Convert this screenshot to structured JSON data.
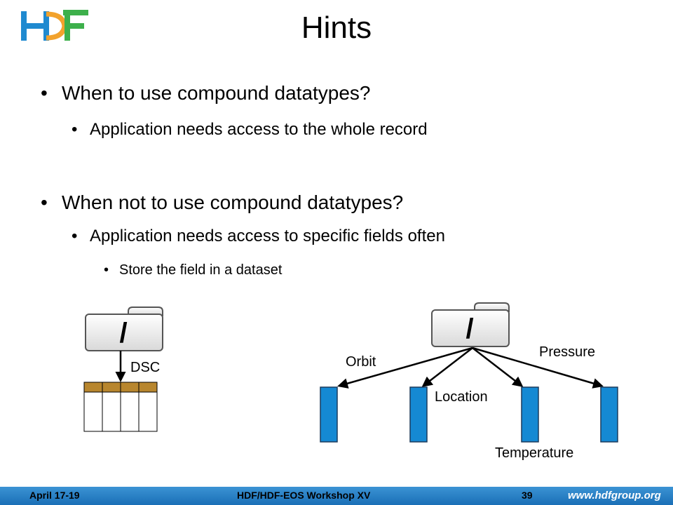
{
  "logo": {
    "text": "HDF"
  },
  "slide": {
    "title": "Hints",
    "bullets": [
      "When to use compound datatypes?",
      "Application needs access to the whole record",
      "When not to use compound datatypes?",
      "Application needs  access to specific fields often",
      "Store the field in a dataset"
    ]
  },
  "diagram_left": {
    "group_label": "/",
    "dataset_label": "DSC"
  },
  "diagram_right": {
    "group_label": "/",
    "datasets": [
      "Orbit",
      "Location",
      "Temperature",
      "Pressure"
    ]
  },
  "colors": {
    "dataset_blue": "#1589d3",
    "compound_header": "#b8862e",
    "footer_blue": "#1a6fb6"
  },
  "footer": {
    "date": "April 17-19",
    "workshop": "HDF/HDF-EOS Workshop XV",
    "page": "39",
    "url": "www.hdfgroup.org"
  }
}
